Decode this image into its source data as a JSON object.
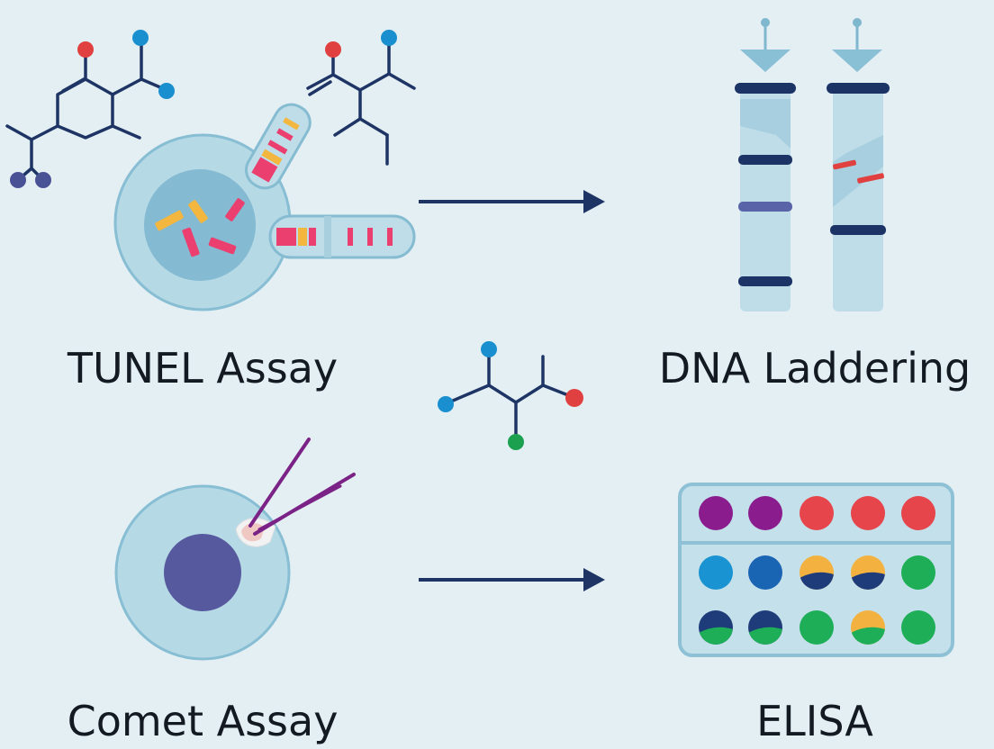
{
  "labels": {
    "tunel": "TUNEL Assay",
    "dna": "DNA Laddering",
    "comet": "Comet Assay",
    "elisa": "ELISA"
  },
  "colors": {
    "background": "#e3eff3",
    "bond": "#1e3464",
    "arrow": "#1e3464",
    "atom_red": "#e0403f",
    "atom_blue": "#1a8fd0",
    "atom_purple": "#4a5296",
    "atom_green": "#1aa04f",
    "cell_outer": "#b6d9e6",
    "cell_inner": "#84bad2",
    "nucleus": "#56599e",
    "fragment_yellow": "#f3b63f",
    "fragment_pink": "#ea3f6f",
    "tube": "#bfdde8",
    "band": "#1c3366",
    "band_purple": "#5963a8",
    "comet_tail": "#7b2286",
    "plate": "#c4e0ea",
    "plate_border": "#8fc1d6"
  },
  "icons": [
    "molecule-icon",
    "cell-icon",
    "tube-icon",
    "arrow-icon",
    "gel-column-icon",
    "comet-cell-icon",
    "well-plate-icon"
  ],
  "elisa_wells": [
    [
      "#8a1c8e",
      "#8a1c8e",
      "#e6454b",
      "#e6454b",
      "#e6454b"
    ],
    [
      "#1a93d2",
      "#1a64b4",
      "#f3b23f|#1e3c7a",
      "#f3b23f|#1e3c7a",
      "#1eae58"
    ],
    [
      "#1e3c7a|#1eae58",
      "#1e3c7a|#1eae58",
      "#1eae58",
      "#f3b23f|#1eae58",
      "#1eae58"
    ]
  ]
}
